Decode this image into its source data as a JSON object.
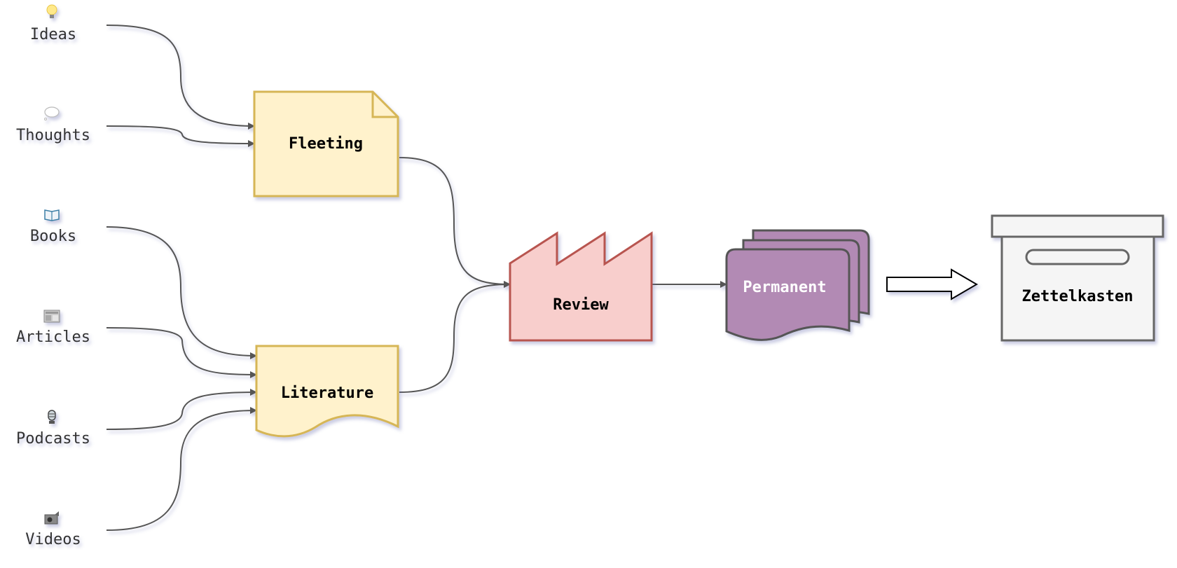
{
  "title": "Zettelkasten note-taking flow",
  "sources": [
    {
      "id": "ideas",
      "label": "Ideas",
      "icon": "lightbulb-icon",
      "target": "fleeting"
    },
    {
      "id": "thoughts",
      "label": "Thoughts",
      "icon": "thought-bubble-icon",
      "target": "fleeting"
    },
    {
      "id": "books",
      "label": "Books",
      "icon": "book-icon",
      "target": "literature"
    },
    {
      "id": "articles",
      "label": "Articles",
      "icon": "newspaper-icon",
      "target": "literature"
    },
    {
      "id": "podcasts",
      "label": "Podcasts",
      "icon": "microphone-icon",
      "target": "literature"
    },
    {
      "id": "videos",
      "label": "Videos",
      "icon": "video-camera-icon",
      "target": "literature"
    }
  ],
  "nodes": {
    "fleeting": {
      "label": "Fleeting",
      "shape": "note",
      "fill": "#fff2cc",
      "stroke": "#d6b656"
    },
    "literature": {
      "label": "Literature",
      "shape": "document",
      "fill": "#fff2cc",
      "stroke": "#d6b656"
    },
    "review": {
      "label": "Review",
      "shape": "factory",
      "fill": "#f8cecc",
      "stroke": "#b85450"
    },
    "permanent": {
      "label": "Permanent",
      "shape": "multi-document",
      "fill": "#b28ab4",
      "stroke": "#555555",
      "text_color": "#ffffff"
    },
    "zettelkasten": {
      "label": "Zettelkasten",
      "shape": "archive-box",
      "fill": "#f5f5f5",
      "stroke": "#666666"
    }
  },
  "edges": [
    {
      "from": "ideas",
      "to": "fleeting"
    },
    {
      "from": "thoughts",
      "to": "fleeting"
    },
    {
      "from": "books",
      "to": "literature"
    },
    {
      "from": "articles",
      "to": "literature"
    },
    {
      "from": "podcasts",
      "to": "literature"
    },
    {
      "from": "videos",
      "to": "literature"
    },
    {
      "from": "fleeting",
      "to": "review"
    },
    {
      "from": "literature",
      "to": "review"
    },
    {
      "from": "review",
      "to": "permanent"
    },
    {
      "from": "permanent",
      "to": "zettelkasten",
      "style": "block-arrow"
    }
  ]
}
